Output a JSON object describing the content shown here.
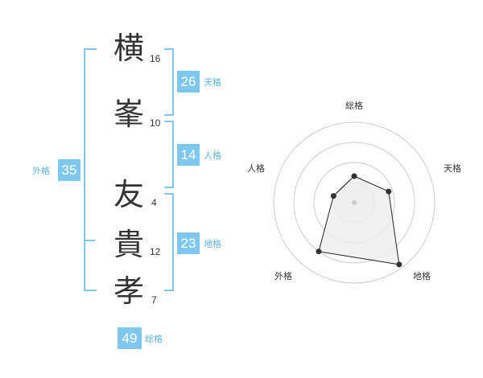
{
  "name": {
    "chars": [
      {
        "char": "横",
        "strokes": "16"
      },
      {
        "char": "峯",
        "strokes": "10"
      },
      {
        "char": "友",
        "strokes": "4"
      },
      {
        "char": "貴",
        "strokes": "12"
      },
      {
        "char": "孝",
        "strokes": "7"
      }
    ]
  },
  "kaku": {
    "tenkaku": {
      "value": "26",
      "label": "天格"
    },
    "jinkaku": {
      "value": "14",
      "label": "人格"
    },
    "chikaku": {
      "value": "23",
      "label": "地格"
    },
    "gaikaku": {
      "value": "35",
      "label": "外格"
    },
    "soukaku": {
      "value": "49",
      "label": "総格"
    }
  },
  "radar": {
    "axes": [
      "総格",
      "天格",
      "地格",
      "外格",
      "人格"
    ],
    "values": [
      0.33,
      0.45,
      0.95,
      0.75,
      0.27
    ],
    "colors": {
      "ring": "#cccccc",
      "fill": "#eeeeee",
      "line": "#222222",
      "center": "#cccccc"
    }
  }
}
